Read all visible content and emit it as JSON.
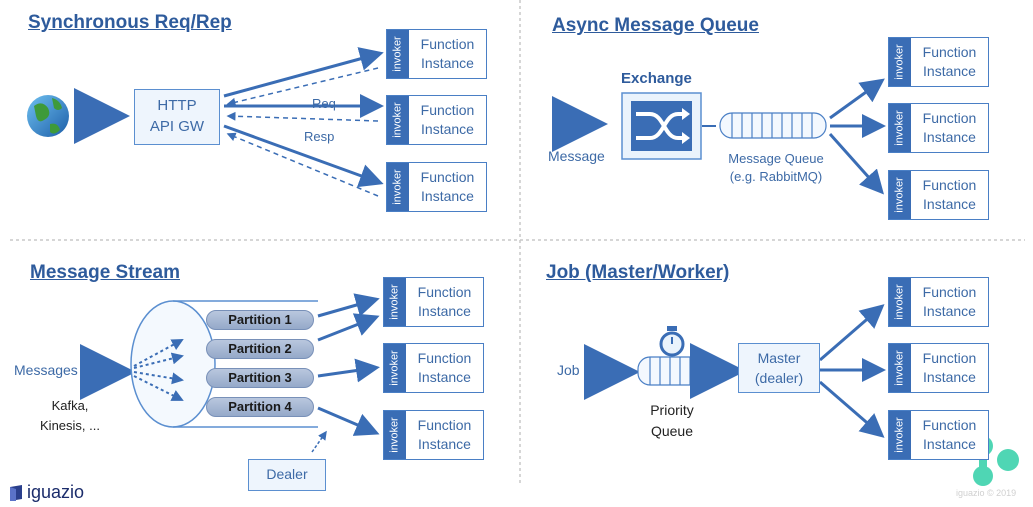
{
  "sections": {
    "sync": {
      "title": "Synchronous Req/Rep",
      "gateway": [
        "HTTP",
        "API GW"
      ],
      "req_label": "Req",
      "resp_label": "Resp"
    },
    "async": {
      "title": "Async Message Queue",
      "exchange_label": "Exchange",
      "message_label": "Message",
      "queue_label": [
        "Message Queue",
        "(e.g. RabbitMQ)"
      ]
    },
    "stream": {
      "title": "Message Stream",
      "messages_label": "Messages",
      "sources": [
        "Kafka,",
        "Kinesis, ..."
      ],
      "partitions": [
        "Partition 1",
        "Partition 2",
        "Partition 3",
        "Partition 4"
      ],
      "dealer_label": "Dealer"
    },
    "job": {
      "title": "Job (Master/Worker)",
      "job_label": "Job",
      "queue_label": [
        "Priority",
        "Queue"
      ],
      "master": [
        "Master",
        "(dealer)"
      ]
    }
  },
  "function_box": {
    "invoker": "invoker",
    "line1": "Function",
    "line2": "Instance"
  },
  "brand": {
    "logo_text": "iguazio",
    "watermark": "iguazio © 2019"
  },
  "colors": {
    "accent": "#3a6db5",
    "title": "#2e5b9c",
    "box_fill": "#eef5fd",
    "divider": "#c8c8c8"
  }
}
